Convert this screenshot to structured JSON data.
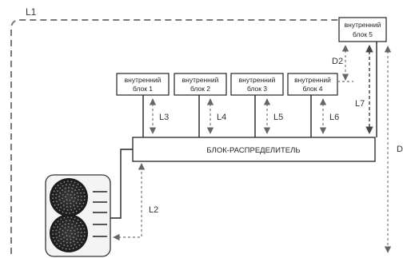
{
  "distances": {
    "L1": "L1",
    "L2": "L2",
    "L3": "L3",
    "L4": "L4",
    "L5": "L5",
    "L6": "L6",
    "L7": "L7",
    "D1": "D",
    "D2": "D2"
  },
  "indoor_units": [
    {
      "line1": "внутренний",
      "line2": "блок 1"
    },
    {
      "line1": "внутренний",
      "line2": "блок 2"
    },
    {
      "line1": "внутренний",
      "line2": "блок 3"
    },
    {
      "line1": "внутренний",
      "line2": "блок 4"
    },
    {
      "line1": "внутренний",
      "line2": "блок 5"
    }
  ],
  "distributor": {
    "label": "БЛОК-РАСПРЕДЕЛИТЕЛЬ"
  }
}
